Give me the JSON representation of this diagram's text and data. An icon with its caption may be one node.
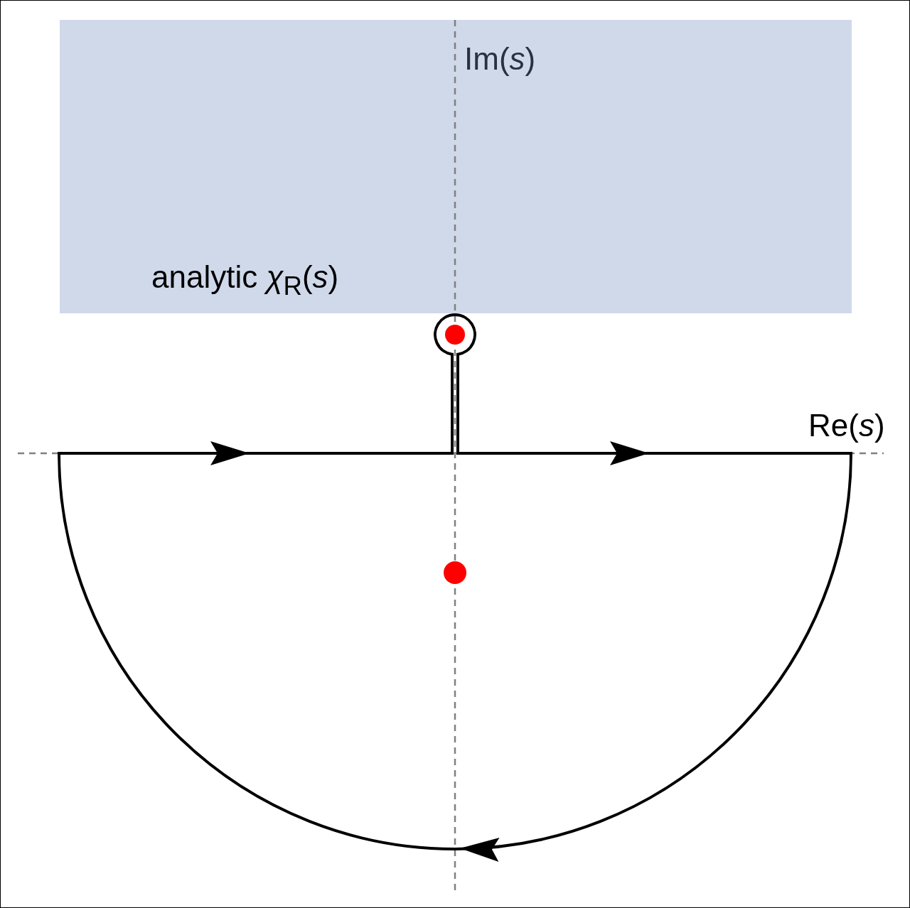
{
  "diagram": {
    "nodes": [
      {
        "text": [
          "analytic *χ*$_{R}$(*s*)"
        ]
      }
    ],
    "labels": [
      "Im(*s*)",
      "Re(*s*)"
    ]
  }
}
